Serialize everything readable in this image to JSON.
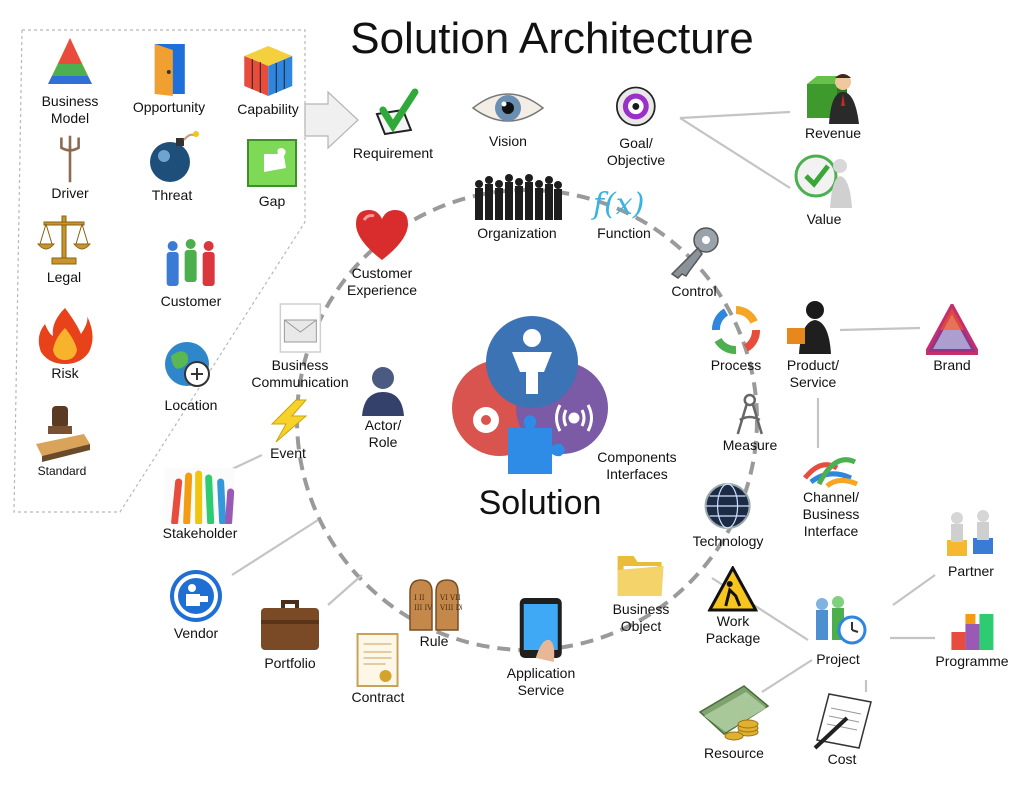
{
  "title": "Solution Architecture",
  "center": {
    "label": "Solution",
    "colors": {
      "blue": "#3c73b5",
      "red": "#d9534f",
      "purple": "#7b5aa6",
      "puzzle": "#2e8be6"
    }
  },
  "accent": "#8a8a8a",
  "nodes": {
    "business_model": {
      "label": "Business\nModel",
      "icon": "pyramid-icon"
    },
    "opportunity": {
      "label": "Opportunity",
      "icon": "door-icon"
    },
    "capability": {
      "label": "Capability",
      "icon": "cube-icon"
    },
    "driver": {
      "label": "Driver",
      "icon": "trident-icon"
    },
    "threat": {
      "label": "Threat",
      "icon": "bomb-icon"
    },
    "gap": {
      "label": "Gap",
      "icon": "puzzle-gap-icon"
    },
    "legal": {
      "label": "Legal",
      "icon": "scales-icon"
    },
    "customer": {
      "label": "Customer",
      "icon": "people-icon"
    },
    "risk": {
      "label": "Risk",
      "icon": "fire-icon"
    },
    "location": {
      "label": "Location",
      "icon": "globe-zoom-icon"
    },
    "standard": {
      "label": "Standard",
      "icon": "stamp-icon"
    },
    "requirement": {
      "label": "Requirement",
      "icon": "checkbox-icon"
    },
    "vision": {
      "label": "Vision",
      "icon": "eye-icon"
    },
    "goal": {
      "label": "Goal/\nObjective",
      "icon": "target-icon"
    },
    "revenue": {
      "label": "Revenue",
      "icon": "businessman-icon"
    },
    "value": {
      "label": "Value",
      "icon": "checkmark-person-icon"
    },
    "organization": {
      "label": "Organization",
      "icon": "crowd-icon"
    },
    "function": {
      "label": "Function",
      "icon": "fx-icon"
    },
    "customer_experience": {
      "label": "Customer\nExperience",
      "icon": "heart-icon"
    },
    "control": {
      "label": "Control",
      "icon": "key-icon"
    },
    "business_communication": {
      "label": "Business\nCommunication",
      "icon": "envelope-icon"
    },
    "actor": {
      "label": "Actor/\nRole",
      "icon": "actor-icon"
    },
    "process": {
      "label": "Process",
      "icon": "cycle-icon"
    },
    "product": {
      "label": "Product/\nService",
      "icon": "presenter-icon"
    },
    "brand": {
      "label": "Brand",
      "icon": "triangle-logo-icon"
    },
    "event": {
      "label": "Event",
      "icon": "lightning-icon"
    },
    "measure": {
      "label": "Measure",
      "icon": "caliper-icon"
    },
    "components": {
      "label": "Components\nInterfaces",
      "icon": ""
    },
    "channel": {
      "label": "Channel/\nBusiness\nInterface",
      "icon": "arrows-icon"
    },
    "stakeholder": {
      "label": "Stakeholder",
      "icon": "hands-icon"
    },
    "technology": {
      "label": "Technology",
      "icon": "tech-globe-icon"
    },
    "partner": {
      "label": "Partner",
      "icon": "handshake-icon"
    },
    "vendor": {
      "label": "Vendor",
      "icon": "vendor-icon"
    },
    "business_object": {
      "label": "Business\nObject",
      "icon": "folder-icon"
    },
    "work_package": {
      "label": "Work\nPackage",
      "icon": "roadsign-icon"
    },
    "project": {
      "label": "Project",
      "icon": "team-clock-icon"
    },
    "programme": {
      "label": "Programme",
      "icon": "blocks-icon"
    },
    "portfolio": {
      "label": "Portfolio",
      "icon": "briefcase-icon"
    },
    "rule": {
      "label": "Rule",
      "icon": "tablets-icon"
    },
    "application_service": {
      "label": "Application\nService",
      "icon": "tablet-icon"
    },
    "contract": {
      "label": "Contract",
      "icon": "certificate-icon"
    },
    "resource": {
      "label": "Resource",
      "icon": "money-icon"
    },
    "cost": {
      "label": "Cost",
      "icon": "invoice-icon"
    }
  }
}
